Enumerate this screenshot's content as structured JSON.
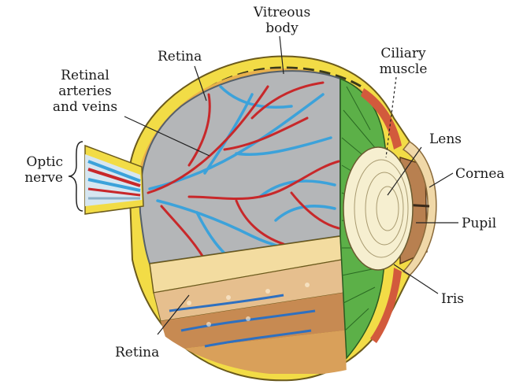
{
  "labels": {
    "vitreous_body": [
      "Vitreous",
      "body"
    ],
    "retina_top": "Retina",
    "ciliary_muscle": [
      "Ciliary",
      "muscle"
    ],
    "retinal_vessels": [
      "Retinal",
      "arteries",
      "and veins"
    ],
    "optic_nerve": [
      "Optic",
      "nerve"
    ],
    "lens": "Lens",
    "cornea": "Cornea",
    "pupil": "Pupil",
    "iris": "Iris",
    "retina_bottom": "Retina"
  },
  "colors": {
    "sclera_yellow": "#f4e24a",
    "choroid_orange": "#e0a050",
    "muscle_red": "#d25a3c",
    "retina_gray": "#b0b2b4",
    "artery_red": "#c8282a",
    "vein_blue": "#3aa0d8",
    "ciliary_green": "#5cb048",
    "lens_cream": "#f6efd0",
    "iris_brown": "#b88050",
    "cornea_tan": "#f0d8a8"
  }
}
